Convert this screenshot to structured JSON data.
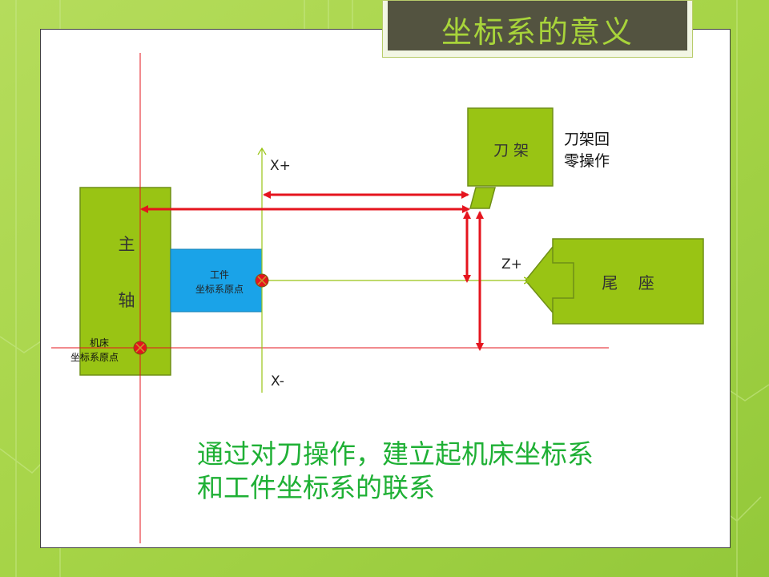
{
  "slide": {
    "title": "坐标系的意义",
    "caption_line1": "通过对刀操作，建立起机床坐标系",
    "caption_line2": "和工件坐标系的联系"
  },
  "diagram": {
    "spindle_label_1": "主",
    "spindle_label_2": "轴",
    "workpiece_origin_line1": "工件",
    "workpiece_origin_line2": "坐标系原点",
    "machine_origin_line1": "机床",
    "machine_origin_line2": "坐标系原点",
    "tool_holder_label": "刀 架",
    "tool_return_line1": "刀架回",
    "tool_return_line2": "零操作",
    "tailstock_label": "尾    座",
    "axis_x_plus": "X+",
    "axis_x_minus": "X-",
    "axis_z_plus": "Z+"
  },
  "colors": {
    "green_fill": "#99c414",
    "green_border": "#6f8f16",
    "cyan_fill": "#1aa3e8",
    "red": "#e5141e",
    "caption_green": "#1fb035",
    "title_bg": "#535340",
    "title_text": "#a8d43a"
  }
}
